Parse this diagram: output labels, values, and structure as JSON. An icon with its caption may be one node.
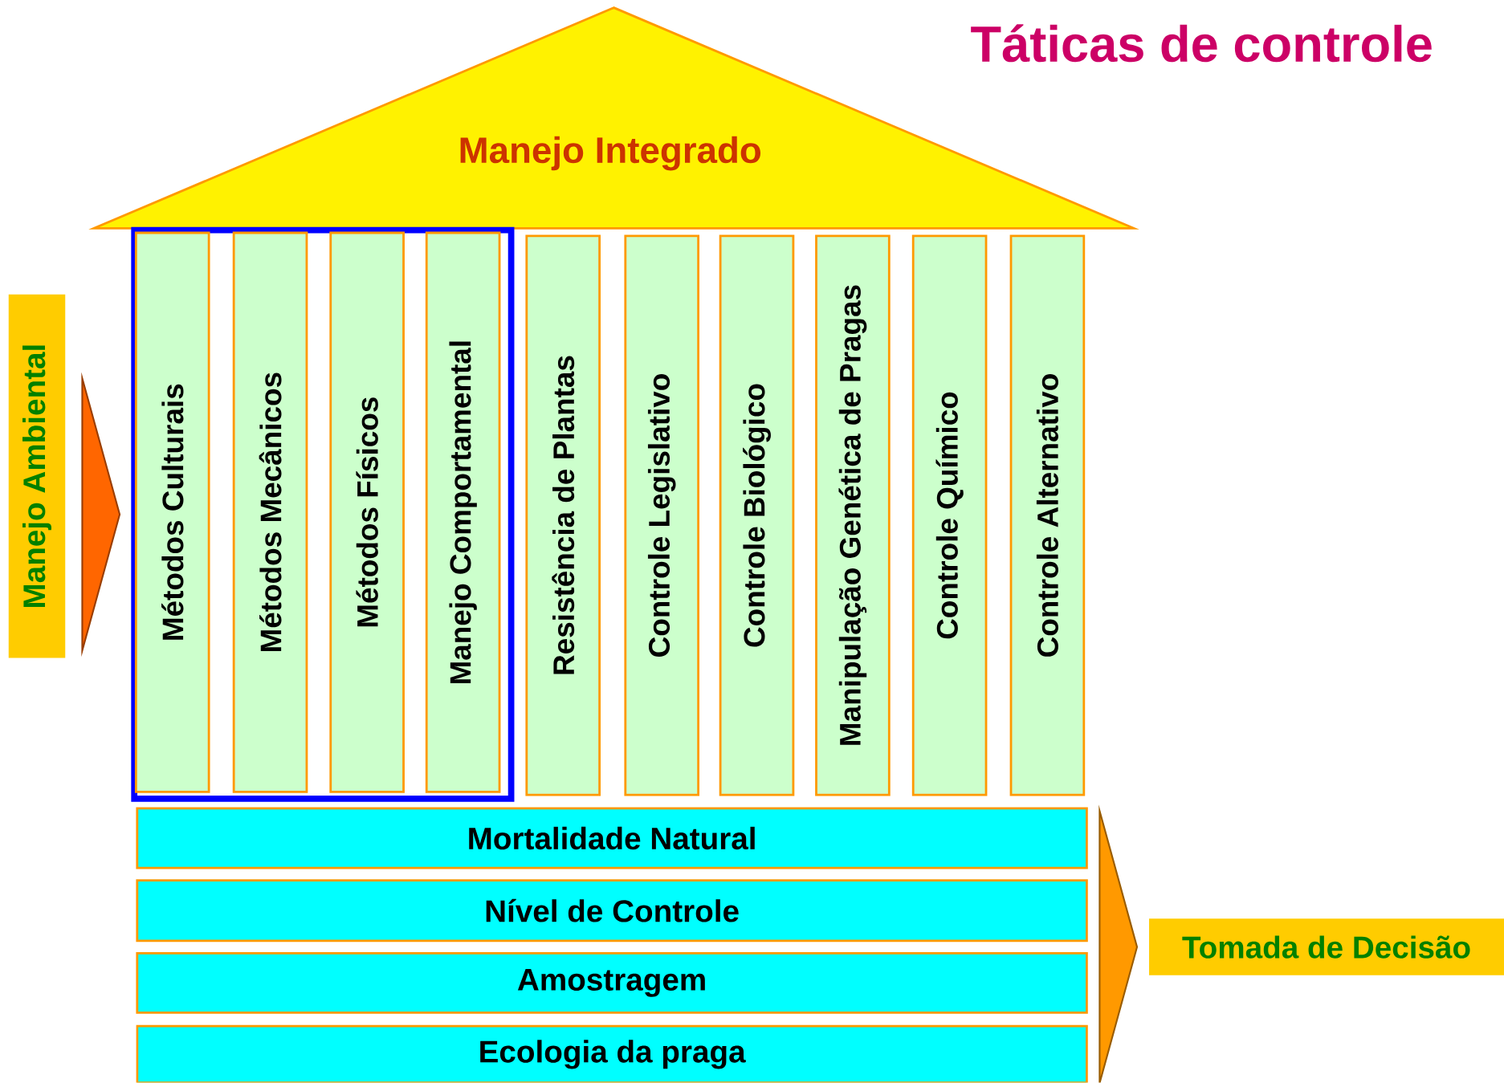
{
  "diagram": {
    "title": "Táticas de controle",
    "nodes": [
      {
        "text": [
          "Manejo Integrado"
        ]
      },
      {
        "text": [],
        "shape": "box"
      },
      {
        "text": [
          "Métodos Culturais"
        ],
        "in": 1
      },
      {
        "text": [
          "Métodos Mecânicos"
        ],
        "in": 1
      },
      {
        "text": [
          "Métodos Físicos"
        ],
        "in": 1
      },
      {
        "text": [
          "Manejo Comportamental"
        ],
        "in": 1
      },
      {
        "text": [
          "Resistência de Plantas"
        ]
      },
      {
        "text": [
          "Controle Legislativo"
        ]
      },
      {
        "text": [
          "Controle Biológico"
        ]
      },
      {
        "text": [
          "Manipulação Genética de Pragas"
        ]
      },
      {
        "text": [
          "Controle Químico"
        ]
      },
      {
        "text": [
          "Controle Alternativo"
        ]
      },
      {
        "text": [
          "Mortalidade Natural"
        ]
      },
      {
        "text": [
          "Nível de Controle"
        ]
      },
      {
        "text": [
          "Amostragem"
        ]
      },
      {
        "text": [
          "Ecologia da praga"
        ]
      },
      {
        "text": [
          "Manejo Ambiental"
        ]
      },
      {
        "text": [
          "Tomada de Decisão"
        ]
      }
    ],
    "edges": [
      {
        "from": null,
        "to": 1,
        "arrow": "to",
        "color": "#ff6600"
      },
      {
        "from": null,
        "to": 17,
        "arrow": "to",
        "color": "#ff9900"
      }
    ]
  }
}
